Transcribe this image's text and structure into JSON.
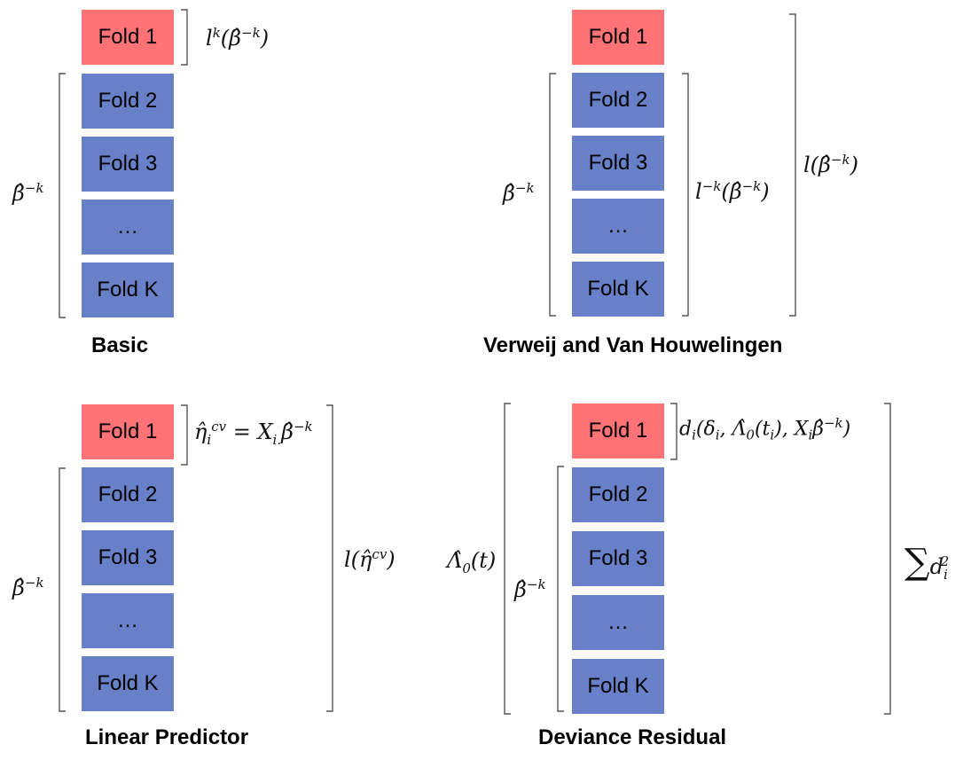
{
  "colors": {
    "test_fold": "#FF7377",
    "train_fold": "#6880C8",
    "bracket": "#555555"
  },
  "folds": [
    "Fold 1",
    "Fold 2",
    "Fold 3",
    "…",
    "Fold K"
  ],
  "panels": [
    {
      "caption": "Basic",
      "labels": {
        "beta": "β̂",
        "beta_sup": "−k",
        "test_loss": "l",
        "test_loss_sup": "k",
        "test_loss_arg": "(β̂",
        "test_loss_arg_sup": "−k",
        "test_loss_close": ")"
      }
    },
    {
      "caption": "Verweij and Van Houwelingen",
      "labels": {
        "beta": "β̂",
        "beta_sup": "−k",
        "train_loss": "l",
        "train_loss_sup": "−k",
        "train_loss_arg": "(β̂",
        "train_loss_arg_sup": "−k",
        "train_loss_close": ")",
        "full_loss": "l(β̂",
        "full_loss_sup": "−k",
        "full_loss_close": ")"
      }
    },
    {
      "caption": "Linear Predictor",
      "labels": {
        "beta": "β̂",
        "beta_sup": "−k",
        "eta": "η̂",
        "eta_sub": "i",
        "eta_sup": "cv",
        "eta_eq": " = X",
        "eta_x_sub": "i.",
        "eta_beta": "β̂",
        "eta_beta_sup": "−k",
        "loss": "l(η̂",
        "loss_sup": "cv",
        "loss_close": ")"
      }
    },
    {
      "caption": "Deviance Residual",
      "labels": {
        "beta": "β̂",
        "beta_sup": "−k",
        "lambda": "Λ̂",
        "lambda_sub": "0",
        "lambda_arg": "(t)",
        "dev": "d",
        "dev_sub": "i",
        "dev_arg": "(δ",
        "dev_arg_sub": "i",
        "dev_mid": ", Λ̂",
        "dev_mid_sub": "0",
        "dev_t": "(t",
        "dev_t_sub": "i",
        "dev_x": "), X",
        "dev_x_sub": "i",
        "dev_beta": "β̂",
        "dev_beta_sup": "−k",
        "dev_close": ")",
        "sum": "∑",
        "sum_d": "d",
        "sum_d_sub": "i",
        "sum_d_sup": "2"
      }
    }
  ]
}
